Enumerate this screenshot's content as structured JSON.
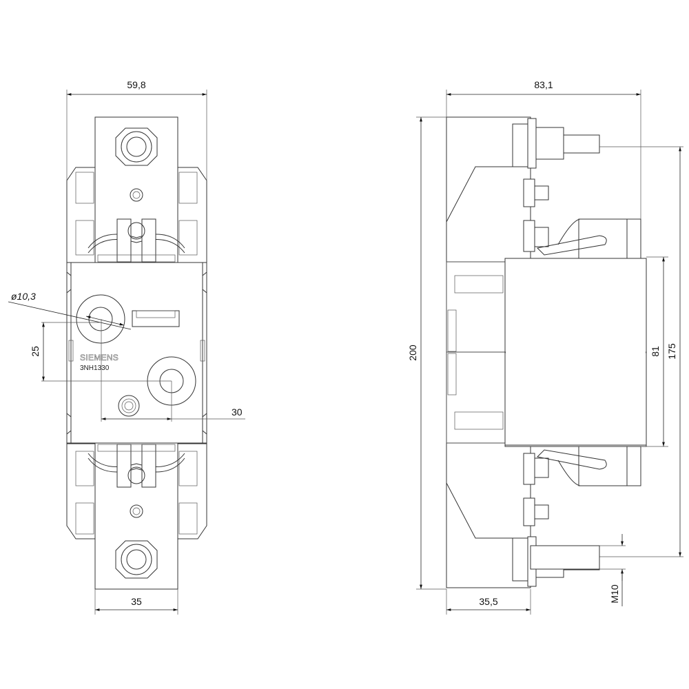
{
  "front_view": {
    "width_label": "59,8",
    "terminal_width_label": "35",
    "hole_diameter_label": "ø10,3",
    "vertical_spacing_label": "25",
    "horizontal_spacing_label": "30",
    "brand": "SIEMENS",
    "model": "3NH1330"
  },
  "side_view": {
    "depth_label": "83,1",
    "base_depth_label": "35,5",
    "height_label": "200",
    "fuse_height_label": "81",
    "terminal_spacing_label": "175",
    "thread_label": "M10"
  }
}
